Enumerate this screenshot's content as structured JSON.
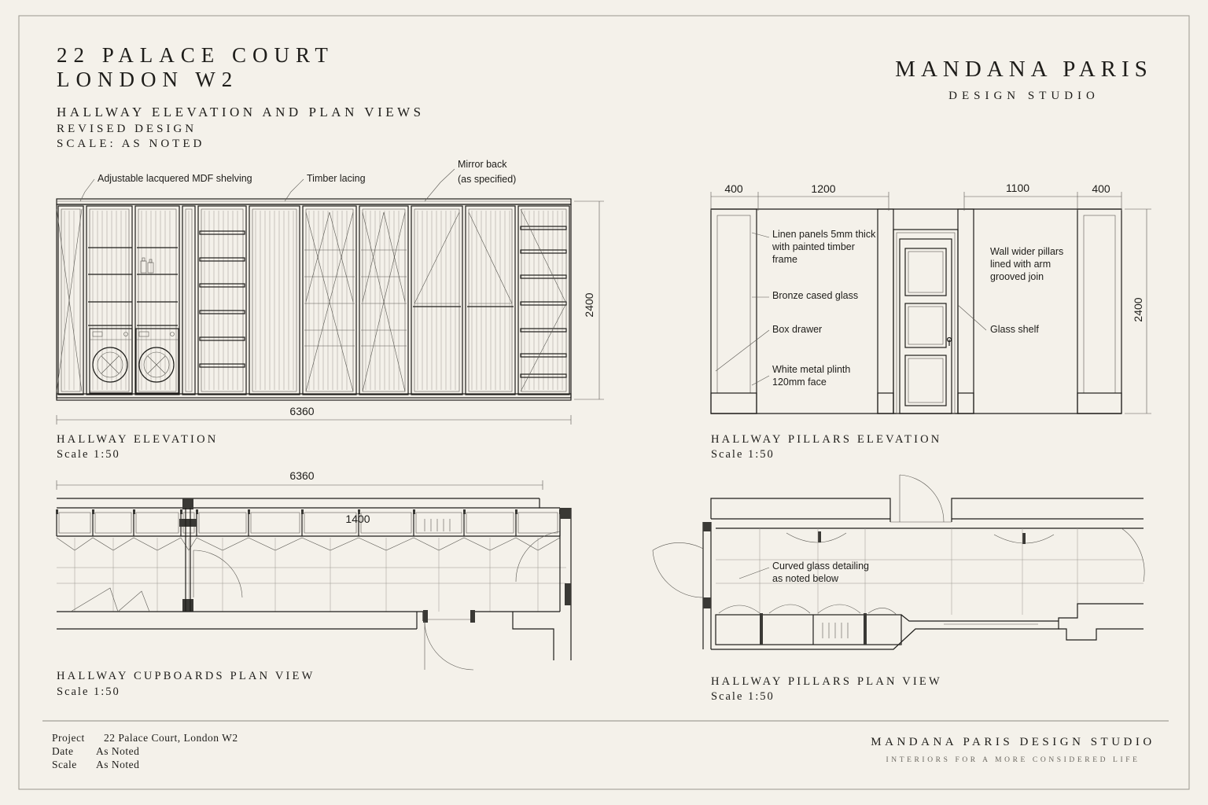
{
  "header": {
    "project_line1": "22 PALACE COURT",
    "project_line2": "LONDON W2",
    "subtitle": "HALLWAY ELEVATION AND PLAN VIEWS",
    "revision": "REVISED DESIGN",
    "scale": "SCALE: AS NOTED"
  },
  "brand": {
    "name": "MANDANA PARIS",
    "studio": "DESIGN STUDIO"
  },
  "drawings": {
    "hallway_elevation": {
      "title": "HALLWAY ELEVATION",
      "scale": "Scale  1:50",
      "notes": {
        "shelving": "Adjustable lacquered MDF shelving",
        "lacing": "Timber lacing",
        "mirror_1": "Mirror back",
        "mirror_2": "(as specified)"
      },
      "dims": {
        "width": "6360",
        "height": "2400"
      }
    },
    "pillars_elevation": {
      "title": "HALLWAY PILLARS ELEVATION",
      "scale": "Scale  1:50",
      "dims": {
        "d1": "400",
        "d2": "1200",
        "d3": "1100",
        "d4": "400",
        "height": "2400"
      },
      "notes": {
        "linen_1": "Linen panels 5mm thick",
        "linen_2": "with painted timber",
        "linen_3": "frame",
        "bronze": "Bronze cased glass",
        "drawer": "Box drawer",
        "plinth_1": "White metal plinth",
        "plinth_2": "120mm face",
        "wall_1": "Wall wider pillars",
        "wall_2": "lined with arm",
        "wall_3": "grooved join",
        "shelf": "Glass shelf"
      }
    },
    "cupboards_plan": {
      "title": "HALLWAY CUPBOARDS PLAN VIEW",
      "scale": "Scale  1:50",
      "dims": {
        "width": "6360",
        "inner": "1400"
      }
    },
    "pillars_plan": {
      "title": "HALLWAY PILLARS PLAN VIEW",
      "scale": "Scale  1:50",
      "notes": {
        "curved_1": "Curved glass detailing",
        "curved_2": "as noted below"
      }
    }
  },
  "footer": {
    "project_label": "Project",
    "project_value": "22 Palace Court, London W2",
    "date_label": "Date",
    "date_value": "As Noted",
    "scale_label": "Scale",
    "scale_value": "As Noted",
    "studio": "MANDANA PARIS DESIGN STUDIO",
    "tagline": "INTERIORS FOR A MORE CONSIDERED LIFE"
  }
}
